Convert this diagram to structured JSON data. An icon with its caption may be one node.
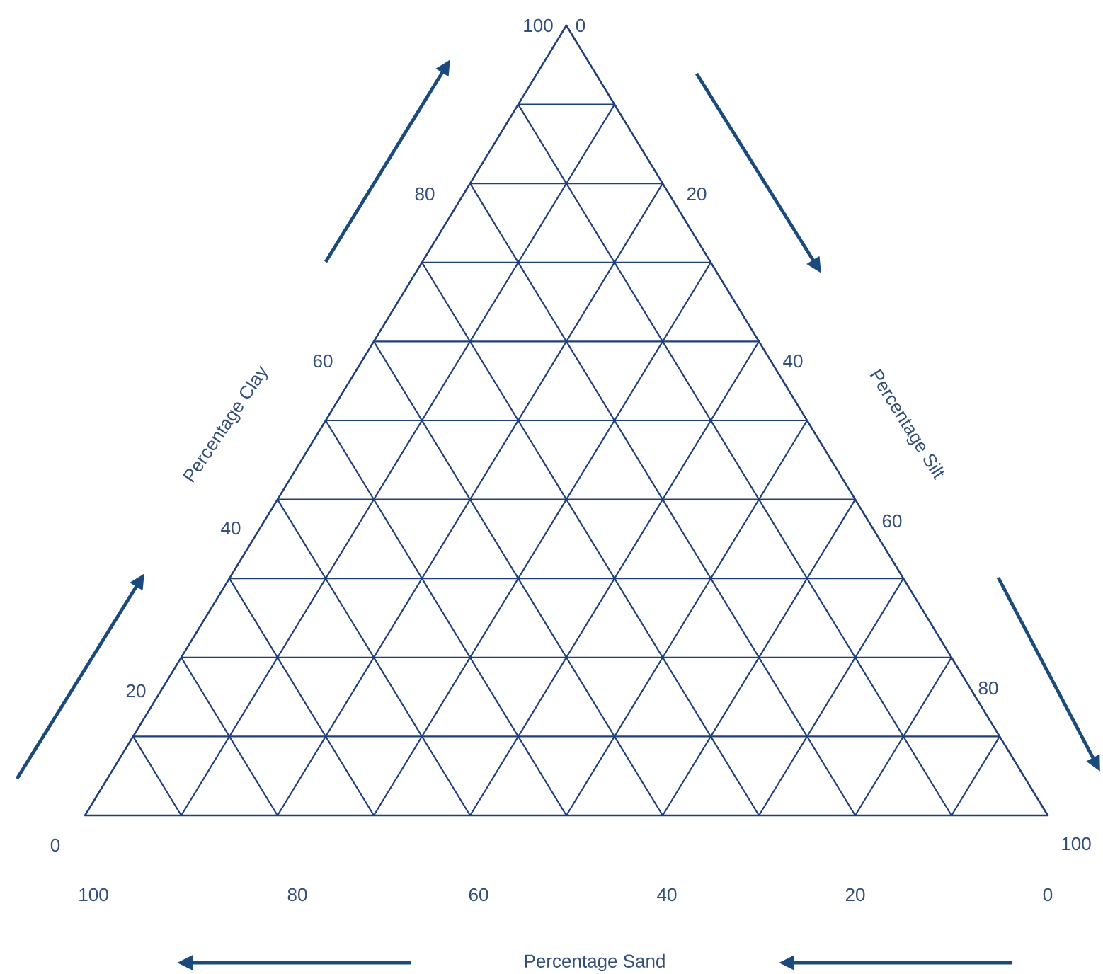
{
  "diagram": {
    "labels": [
      "100",
      "0",
      "80",
      "20",
      "Percentage Clay",
      "60",
      "40",
      "Percentage Silt",
      "40",
      "60",
      "20",
      "80",
      "0",
      "100",
      "100",
      "80",
      "60",
      "40",
      "20",
      "0",
      "Percentage Sand"
    ]
  }
}
